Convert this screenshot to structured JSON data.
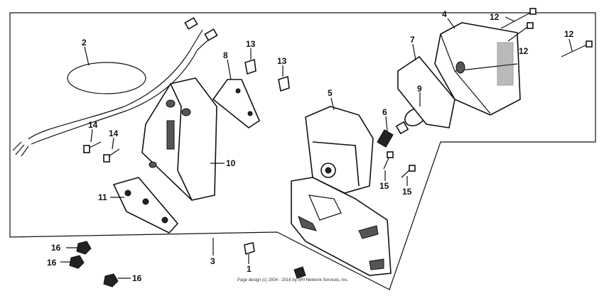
{
  "callouts": {
    "c1": "1",
    "c2": "2",
    "c3": "3",
    "c4": "4",
    "c5": "5",
    "c6": "6",
    "c7": "7",
    "c8": "8",
    "c9": "9",
    "c10": "10",
    "c11": "11",
    "c12a": "12",
    "c12b": "12",
    "c12c": "12",
    "c13a": "13",
    "c13b": "13",
    "c14a": "14",
    "c14b": "14",
    "c15a": "15",
    "c15b": "15",
    "c16a": "16",
    "c16b": "16",
    "c16c": "16"
  },
  "copyright": "Page design (c) 2004 - 2016 by ARI Network Services, Inc."
}
